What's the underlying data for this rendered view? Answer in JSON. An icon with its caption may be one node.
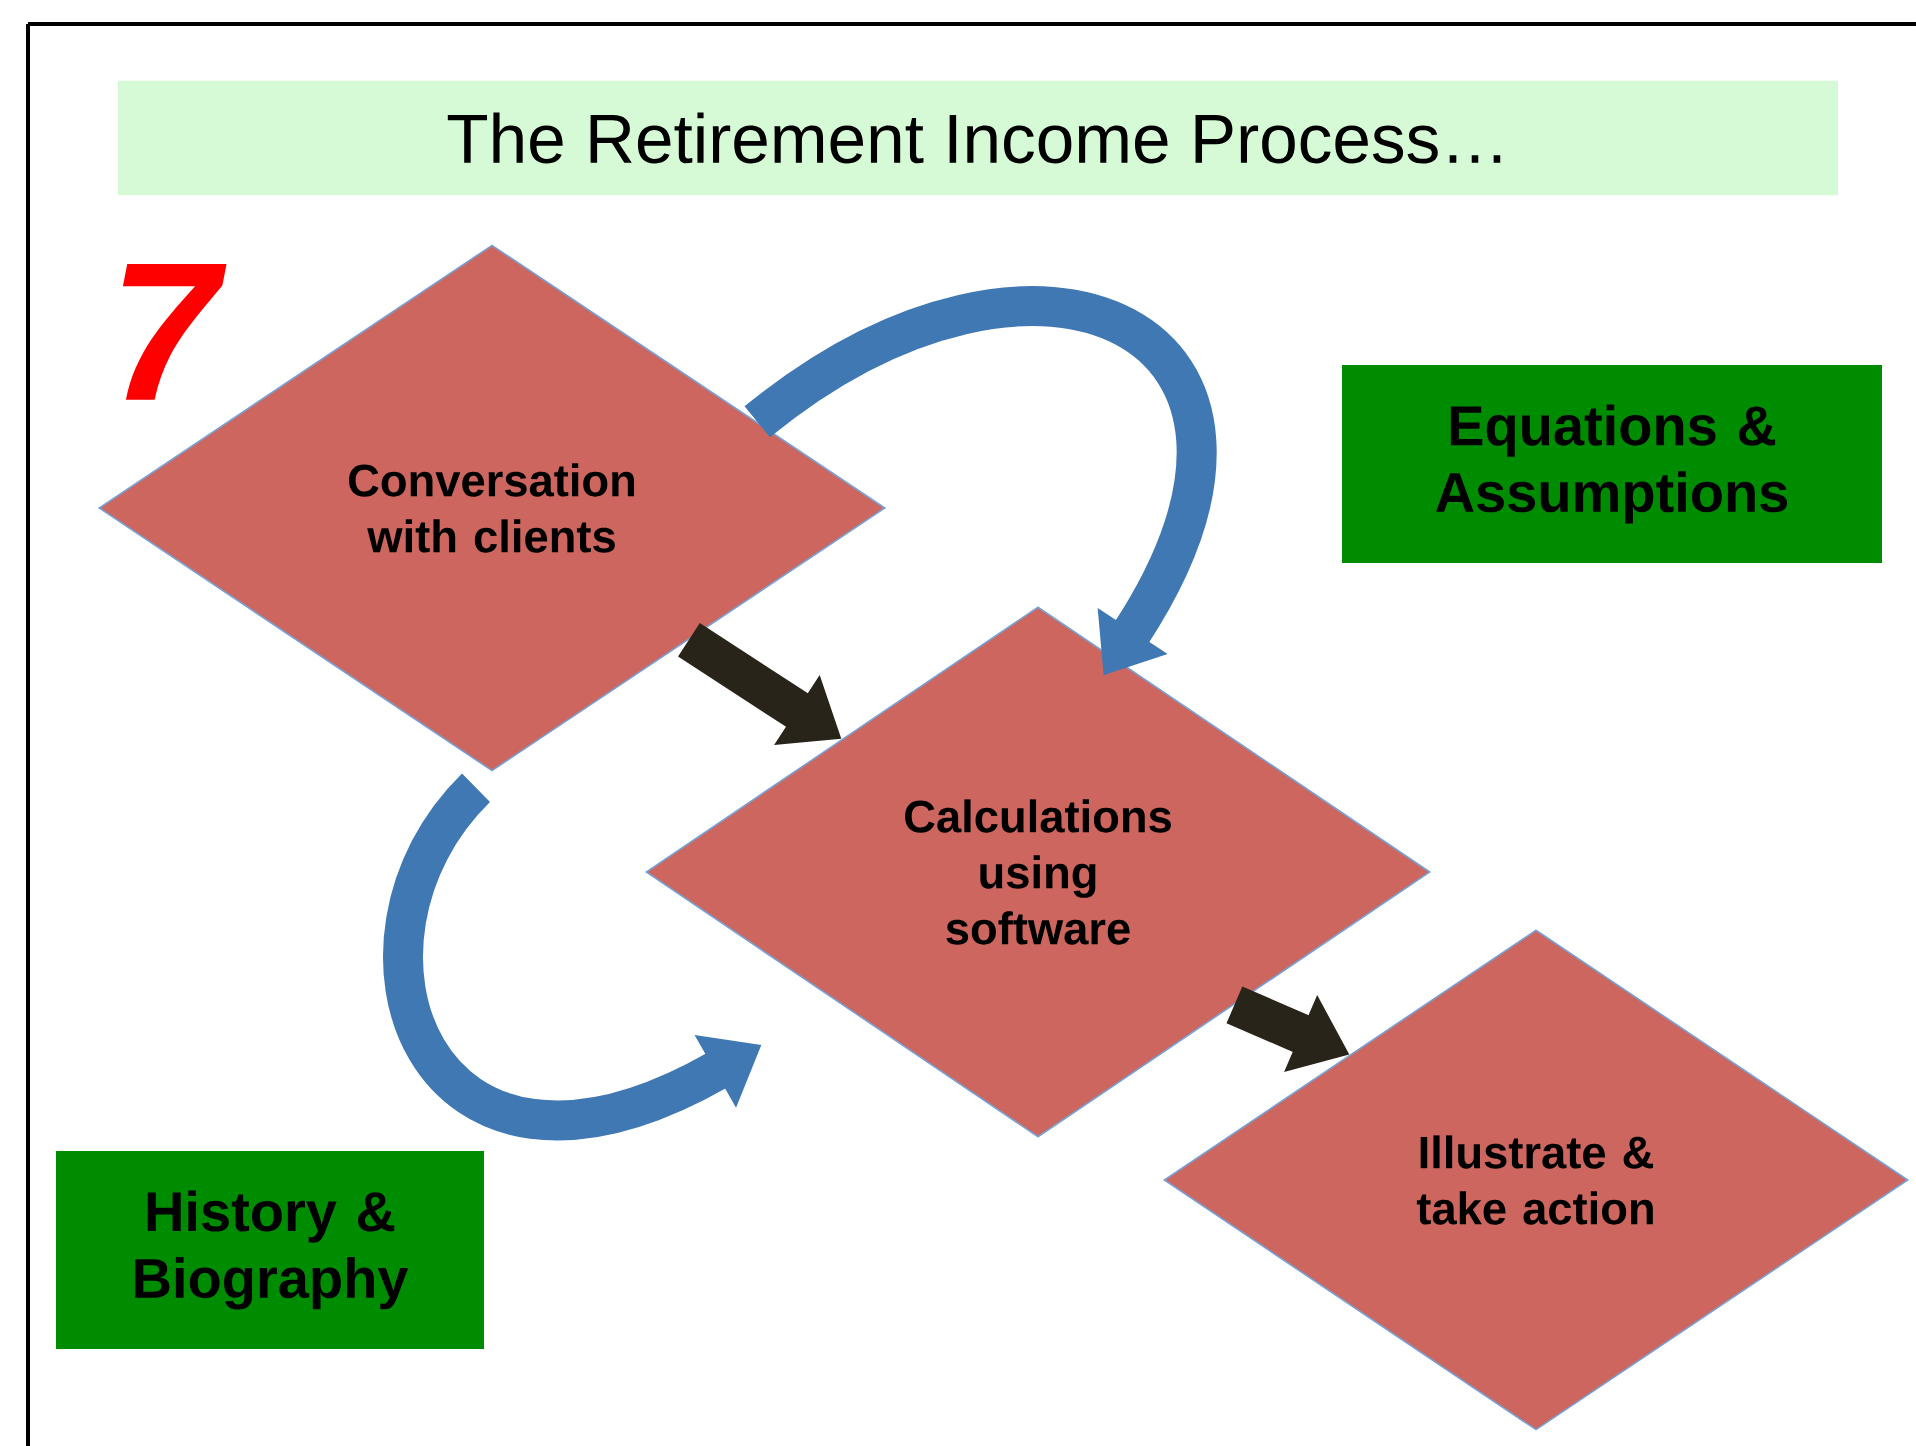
{
  "diagram": {
    "title": "The Retirement Income Process…",
    "nodes": [
      {
        "text": [
          "Conversation with clients"
        ]
      },
      {
        "text": [
          "Calculations using software"
        ]
      },
      {
        "text": [
          "Illustrate & take action"
        ]
      },
      {
        "text": [
          "Equations & Assumptions"
        ]
      },
      {
        "text": [
          "History & Biography"
        ]
      }
    ],
    "edges": [
      {
        "from": 0,
        "to": 1,
        "arrow": "to",
        "color": "#28241a"
      },
      {
        "from": 1,
        "to": 2,
        "arrow": "to",
        "color": "#28241a"
      },
      {
        "from": 0,
        "to": 1,
        "arrow": "to",
        "color": "#3f78b2"
      },
      {
        "from": 0,
        "to": 1,
        "arrow": "to",
        "color": "#3f78b2"
      }
    ],
    "labels": [
      "7"
    ]
  }
}
